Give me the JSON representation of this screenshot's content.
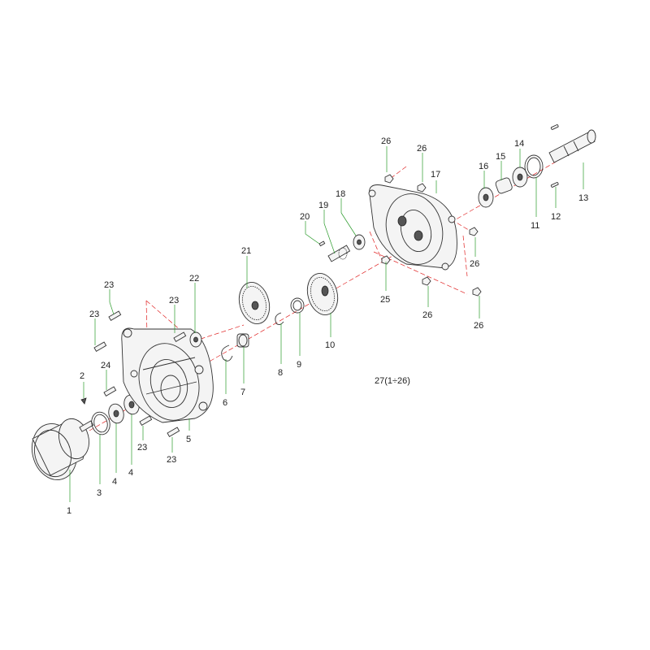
{
  "diagram": {
    "assembly_label": "27(1÷26)",
    "callouts": [
      {
        "id": "c1",
        "text": "1"
      },
      {
        "id": "c2",
        "text": "2"
      },
      {
        "id": "c3",
        "text": "3"
      },
      {
        "id": "c4a",
        "text": "4"
      },
      {
        "id": "c4b",
        "text": "4"
      },
      {
        "id": "c5",
        "text": "5"
      },
      {
        "id": "c6",
        "text": "6"
      },
      {
        "id": "c7",
        "text": "7"
      },
      {
        "id": "c8",
        "text": "8"
      },
      {
        "id": "c9",
        "text": "9"
      },
      {
        "id": "c10",
        "text": "10"
      },
      {
        "id": "c11",
        "text": "11"
      },
      {
        "id": "c12",
        "text": "12"
      },
      {
        "id": "c13",
        "text": "13"
      },
      {
        "id": "c14",
        "text": "14"
      },
      {
        "id": "c15",
        "text": "15"
      },
      {
        "id": "c16",
        "text": "16"
      },
      {
        "id": "c17",
        "text": "17"
      },
      {
        "id": "c18",
        "text": "18"
      },
      {
        "id": "c19",
        "text": "19"
      },
      {
        "id": "c20",
        "text": "20"
      },
      {
        "id": "c21",
        "text": "21"
      },
      {
        "id": "c22",
        "text": "22"
      },
      {
        "id": "c23a",
        "text": "23"
      },
      {
        "id": "c23b",
        "text": "23"
      },
      {
        "id": "c23c",
        "text": "23"
      },
      {
        "id": "c23d",
        "text": "23"
      },
      {
        "id": "c23e",
        "text": "23"
      },
      {
        "id": "c24",
        "text": "24"
      },
      {
        "id": "c25",
        "text": "25"
      },
      {
        "id": "c26a",
        "text": "26"
      },
      {
        "id": "c26b",
        "text": "26"
      },
      {
        "id": "c26c",
        "text": "26"
      },
      {
        "id": "c26d",
        "text": "26"
      },
      {
        "id": "c26e",
        "text": "26"
      }
    ]
  }
}
